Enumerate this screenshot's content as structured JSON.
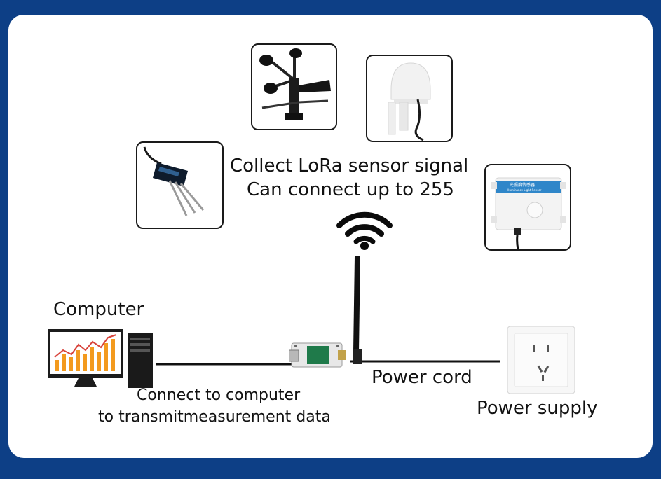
{
  "center_text": {
    "line1": "Collect LoRa sensor signal",
    "line2": "Can connect up to 255"
  },
  "computer_label": "Computer",
  "connect_text": {
    "line1": "Connect to computer",
    "line2": "to transmitmeasurement data"
  },
  "power_cord_label": "Power cord",
  "power_supply_label": "Power supply",
  "light_sensor_text": {
    "line1": "光照度传感器",
    "line2": "Illuminance Light Sensor"
  },
  "colors": {
    "background": "#0d3f86",
    "card": "#ffffff",
    "wire": "#111111",
    "chart_orange": "#f39a1e",
    "chart_line": "#d8443c"
  },
  "icons": [
    "anemometer-icon",
    "rain-gauge-sensor-icon",
    "soil-sensor-probe-icon",
    "light-sensor-box-icon",
    "wifi-signal-icon",
    "lora-gateway-icon",
    "desktop-computer-icon",
    "wall-socket-icon"
  ]
}
